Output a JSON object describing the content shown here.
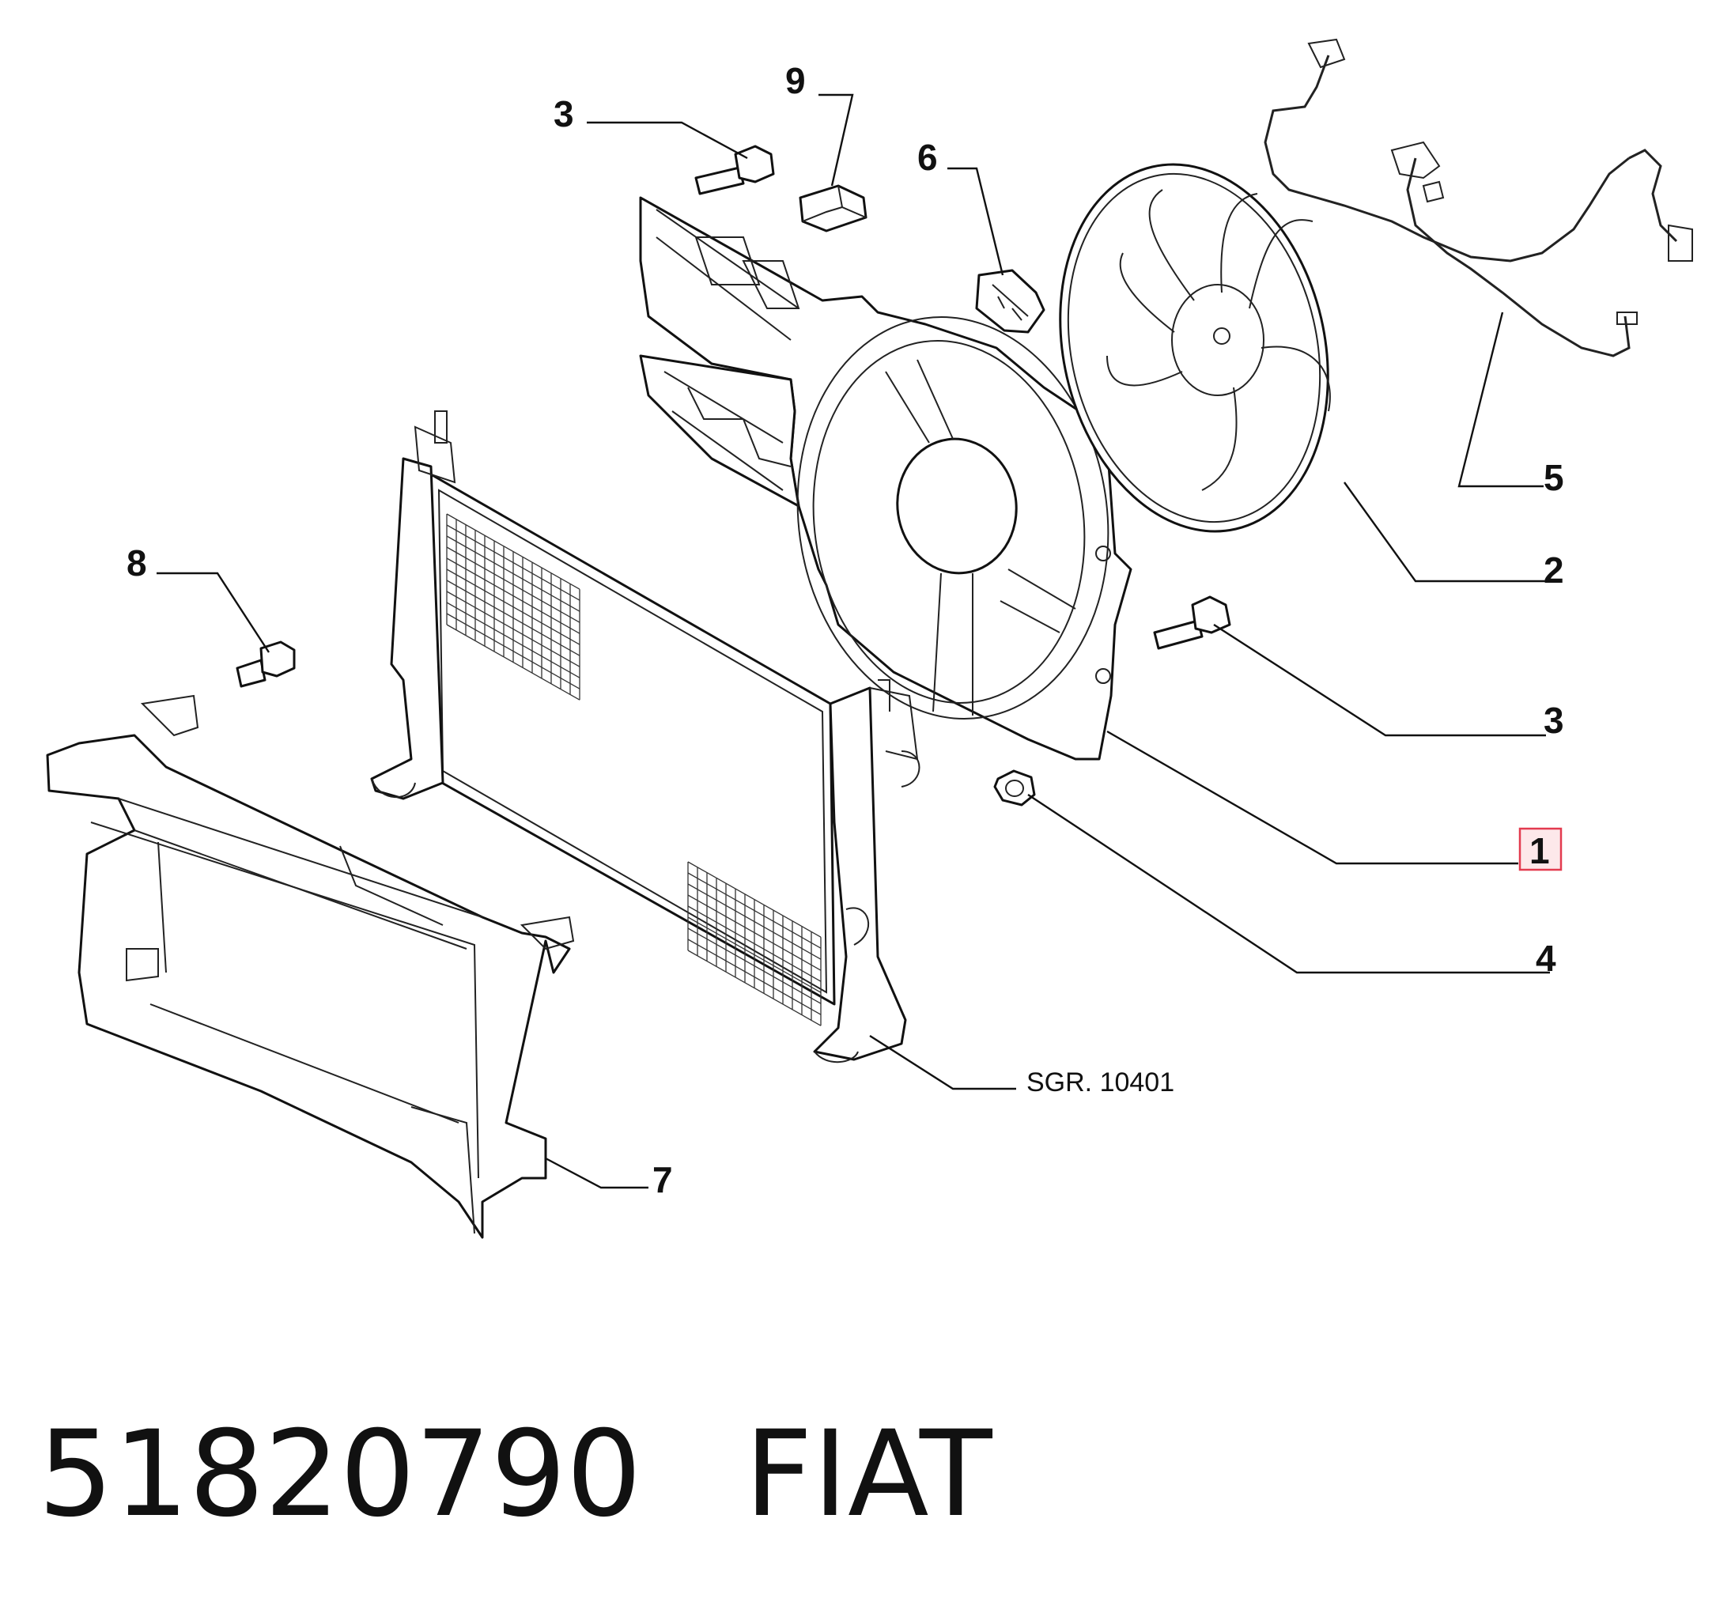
{
  "callouts": {
    "c1": "1",
    "c2": "2",
    "c3a": "3",
    "c3b": "3",
    "c4": "4",
    "c5": "5",
    "c6": "6",
    "c7": "7",
    "c8": "8",
    "c9": "9"
  },
  "reference": "SGR. 10401",
  "caption": {
    "part_number": "51820790",
    "brand": "FIAT"
  },
  "colors": {
    "highlight": "#e33b4f",
    "highlight_fill": "#fde8ea",
    "ink": "#111111"
  }
}
